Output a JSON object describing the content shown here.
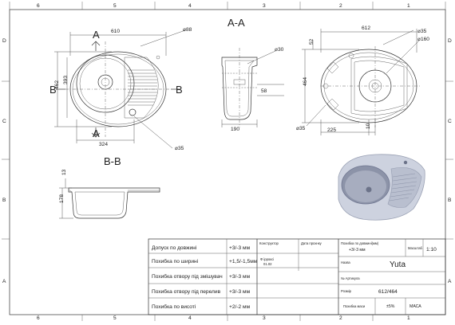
{
  "border": {
    "top_numbers": [
      "6",
      "5",
      "4",
      "3",
      "2",
      "1"
    ],
    "bottom_numbers": [
      "6",
      "5",
      "4",
      "3",
      "2",
      "1"
    ],
    "left_letters": [
      "D",
      "C",
      "B",
      "A"
    ],
    "right_letters": [
      "D",
      "C",
      "B",
      "A"
    ]
  },
  "views": {
    "section_aa_title": "A-A",
    "section_bb_title": "B-B",
    "top": {
      "width": "610",
      "height": "462",
      "inner_height": "393",
      "bottom_width": "324",
      "hole_top": "⌀88",
      "hole_bottom": "⌀35",
      "cut_a_top": "A",
      "cut_a_bottom": "A",
      "cut_b_left": "B",
      "cut_b_right": "B"
    },
    "section_aa": {
      "diameter": "⌀30",
      "depth": "58",
      "width": "190"
    },
    "cutout": {
      "width": "612",
      "height": "464",
      "offset": "52",
      "hole_small": "⌀35",
      "hole_large": "⌀160",
      "hole_left": "⌀35",
      "offset_bottom": "225",
      "offset_side": "10"
    },
    "section_bb": {
      "height": "178",
      "thickness": "13"
    }
  },
  "title_block": {
    "rows": [
      {
        "label": "Допуск по довжині",
        "value": "+3/-3 мм"
      },
      {
        "label": "Похибка по ширині",
        "value": "+1,5/-1,5мм"
      },
      {
        "label": "Похибка отвору під змішувач",
        "value": "+3/-3 мм"
      },
      {
        "label": "Похибка отвору під перелив",
        "value": "+3/-3 мм"
      },
      {
        "label": "Похибка по висоті",
        "value": "+2/-2 мм"
      }
    ],
    "constructor_label": "Конструктор",
    "date_label": "Дата прохнку",
    "approve_label": "Ф ірроксі",
    "approve_date": "01.02",
    "length_tol_label": "Похибка по довжині(мм)",
    "length_tol_value": "+3/-3 мм",
    "scale_label": "Масштаб",
    "scale_value": "1:10",
    "name_label": "Назва",
    "name_value": "Yuta",
    "article_label": "№ Артикула",
    "size_label": "Розмір",
    "size_value": "612/464",
    "weight_label": "Похибка маси",
    "weight_value": "±5%",
    "mass_label": "МАСА"
  }
}
